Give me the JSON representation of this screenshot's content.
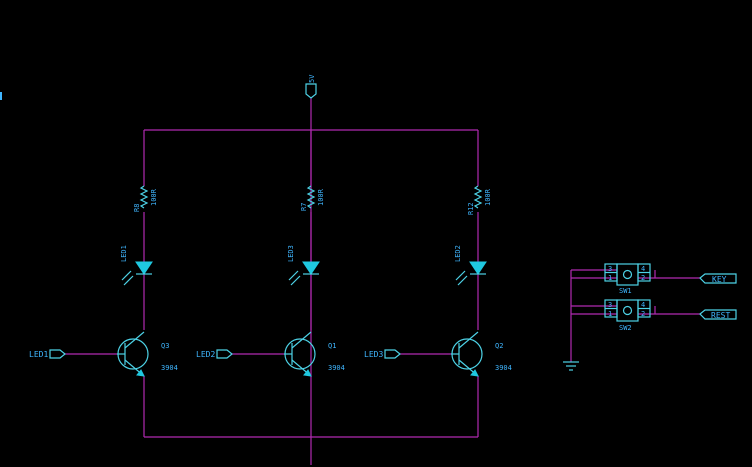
{
  "schematic": {
    "power": {
      "label": "5V"
    },
    "resistors": [
      {
        "ref": "R8",
        "value": "100R"
      },
      {
        "ref": "R7",
        "value": "100R"
      },
      {
        "ref": "R12",
        "value": "100R"
      }
    ],
    "leds": [
      {
        "ref": "LED1"
      },
      {
        "ref": "LED3"
      },
      {
        "ref": "LED2"
      }
    ],
    "transistors": [
      {
        "ref": "Q3",
        "value": "3904",
        "input_port": "LED1"
      },
      {
        "ref": "Q1",
        "value": "3904",
        "input_port": "LED2"
      },
      {
        "ref": "Q2",
        "value": "3904",
        "input_port": "LED3"
      }
    ],
    "switches": [
      {
        "ref": "SW1",
        "pins": [
          "3",
          "4",
          "1",
          "2"
        ],
        "net": "KEY"
      },
      {
        "ref": "SW2",
        "pins": [
          "3",
          "4",
          "1",
          "2"
        ],
        "net": "REST"
      }
    ],
    "colors": {
      "background": "#000000",
      "wire": "#b02ab0",
      "component": "#4dd2e6",
      "text": "#3fb6ff"
    }
  }
}
